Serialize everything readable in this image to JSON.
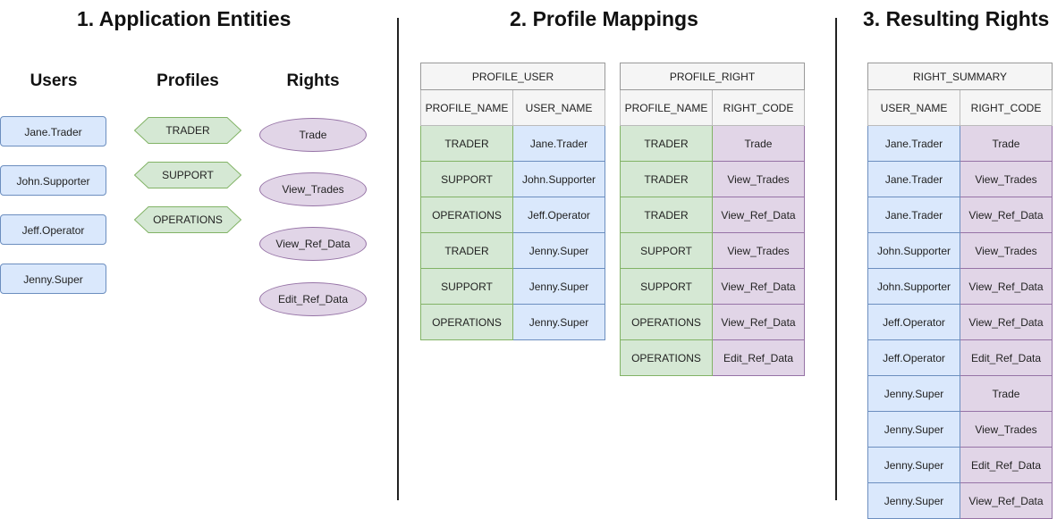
{
  "sections": {
    "entities_title": "1. Application Entities",
    "mappings_title": "2. Profile Mappings",
    "results_title": "3. Resulting Rights"
  },
  "columns": {
    "users": "Users",
    "profiles": "Profiles",
    "rights": "Rights"
  },
  "users": [
    "Jane.Trader",
    "John.Supporter",
    "Jeff.Operator",
    "Jenny.Super"
  ],
  "profiles": [
    "TRADER",
    "SUPPORT",
    "OPERATIONS"
  ],
  "rights": [
    "Trade",
    "View_Trades",
    "View_Ref_Data",
    "Edit_Ref_Data"
  ],
  "profile_user": {
    "table_name": "PROFILE_USER",
    "columns": [
      "PROFILE_NAME",
      "USER_NAME"
    ],
    "rows": [
      [
        "TRADER",
        "Jane.Trader"
      ],
      [
        "SUPPORT",
        "John.Supporter"
      ],
      [
        "OPERATIONS",
        "Jeff.Operator"
      ],
      [
        "TRADER",
        "Jenny.Super"
      ],
      [
        "SUPPORT",
        "Jenny.Super"
      ],
      [
        "OPERATIONS",
        "Jenny.Super"
      ]
    ]
  },
  "profile_right": {
    "table_name": "PROFILE_RIGHT",
    "columns": [
      "PROFILE_NAME",
      "RIGHT_CODE"
    ],
    "rows": [
      [
        "TRADER",
        "Trade"
      ],
      [
        "TRADER",
        "View_Trades"
      ],
      [
        "TRADER",
        "View_Ref_Data"
      ],
      [
        "SUPPORT",
        "View_Trades"
      ],
      [
        "SUPPORT",
        "View_Ref_Data"
      ],
      [
        "OPERATIONS",
        "View_Ref_Data"
      ],
      [
        "OPERATIONS",
        "Edit_Ref_Data"
      ]
    ]
  },
  "right_summary": {
    "table_name": "RIGHT_SUMMARY",
    "columns": [
      "USER_NAME",
      "RIGHT_CODE"
    ],
    "rows": [
      [
        "Jane.Trader",
        "Trade"
      ],
      [
        "Jane.Trader",
        "View_Trades"
      ],
      [
        "Jane.Trader",
        "View_Ref_Data"
      ],
      [
        "John.Supporter",
        "View_Trades"
      ],
      [
        "John.Supporter",
        "View_Ref_Data"
      ],
      [
        "Jeff.Operator",
        "View_Ref_Data"
      ],
      [
        "Jeff.Operator",
        "Edit_Ref_Data"
      ],
      [
        "Jenny.Super",
        "Trade"
      ],
      [
        "Jenny.Super",
        "View_Trades"
      ],
      [
        "Jenny.Super",
        "Edit_Ref_Data"
      ],
      [
        "Jenny.Super",
        "View_Ref_Data"
      ]
    ]
  },
  "colors": {
    "user_fill": "#dae8fc",
    "user_stroke": "#6c8ebf",
    "profile_fill": "#d5e8d4",
    "profile_stroke": "#82b366",
    "right_fill": "#e1d5e7",
    "right_stroke": "#9673a6",
    "header_fill": "#f5f5f5"
  }
}
